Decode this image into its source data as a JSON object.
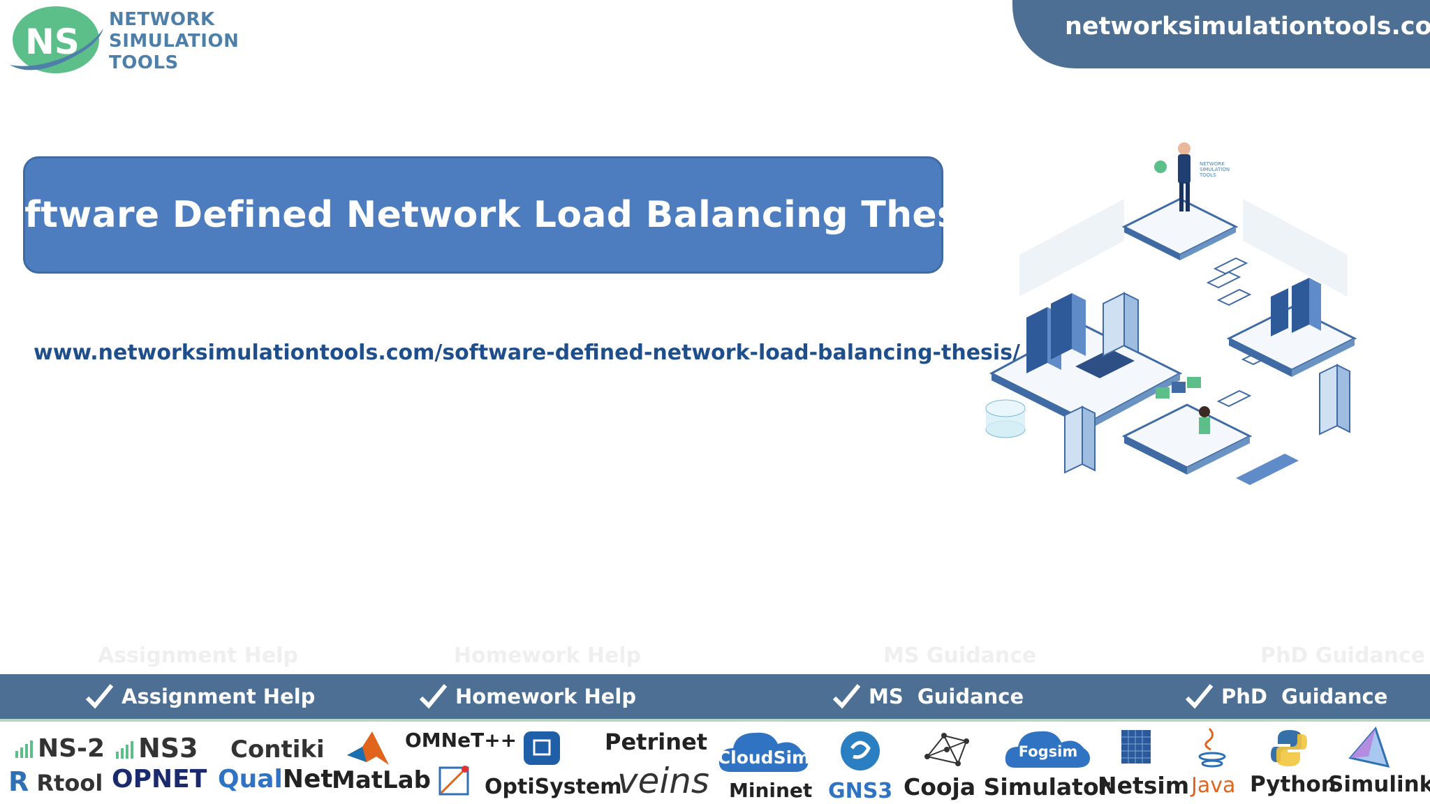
{
  "logo": {
    "abbr": "NS",
    "line1": "NETWORK",
    "line2": "SIMULATION",
    "line3": "TOOLS"
  },
  "site_url": "networksimulationtools.com",
  "title": "Software Defined Network Load Balancing Thesis",
  "page_url": "www.networksimulationtools.com/software-defined-network-load-balancing-thesis/",
  "illustration": {
    "logo_lines": [
      "NETWORK",
      "SIMULATION",
      "TOOLS"
    ]
  },
  "services": [
    {
      "label": "Assignment Help"
    },
    {
      "label": "Homework Help"
    },
    {
      "label": "MS  Guidance"
    },
    {
      "label": "PhD  Guidance"
    }
  ],
  "tools": {
    "ns2": "NS-2",
    "ns3": "NS3",
    "contiki": "Contiki",
    "omnet": "OMNeT++",
    "petrinet": "Petrinet",
    "rtool_r": "R",
    "rtool": "Rtool",
    "opnet": "OPNET",
    "qualnet_a": "Qual",
    "qualnet_b": "Net",
    "matlab": "MatLab",
    "optisystem": "OptiSystem",
    "veins": "veins",
    "cloudsim": "CloudSim",
    "mininet": "Mininet",
    "gns3": "GNS3",
    "cooja": "Cooja Simulator",
    "fogsim": "Fogsim",
    "netsim": "Netsim",
    "java": "Java",
    "python": "Python",
    "simulink": "Simulink"
  },
  "colors": {
    "banner": "#4d6f93",
    "title_box": "#4d7dbf",
    "page_url": "#1e4e8c",
    "logo_green": "#5cbf8a",
    "logo_blue": "#4e7fa8"
  }
}
